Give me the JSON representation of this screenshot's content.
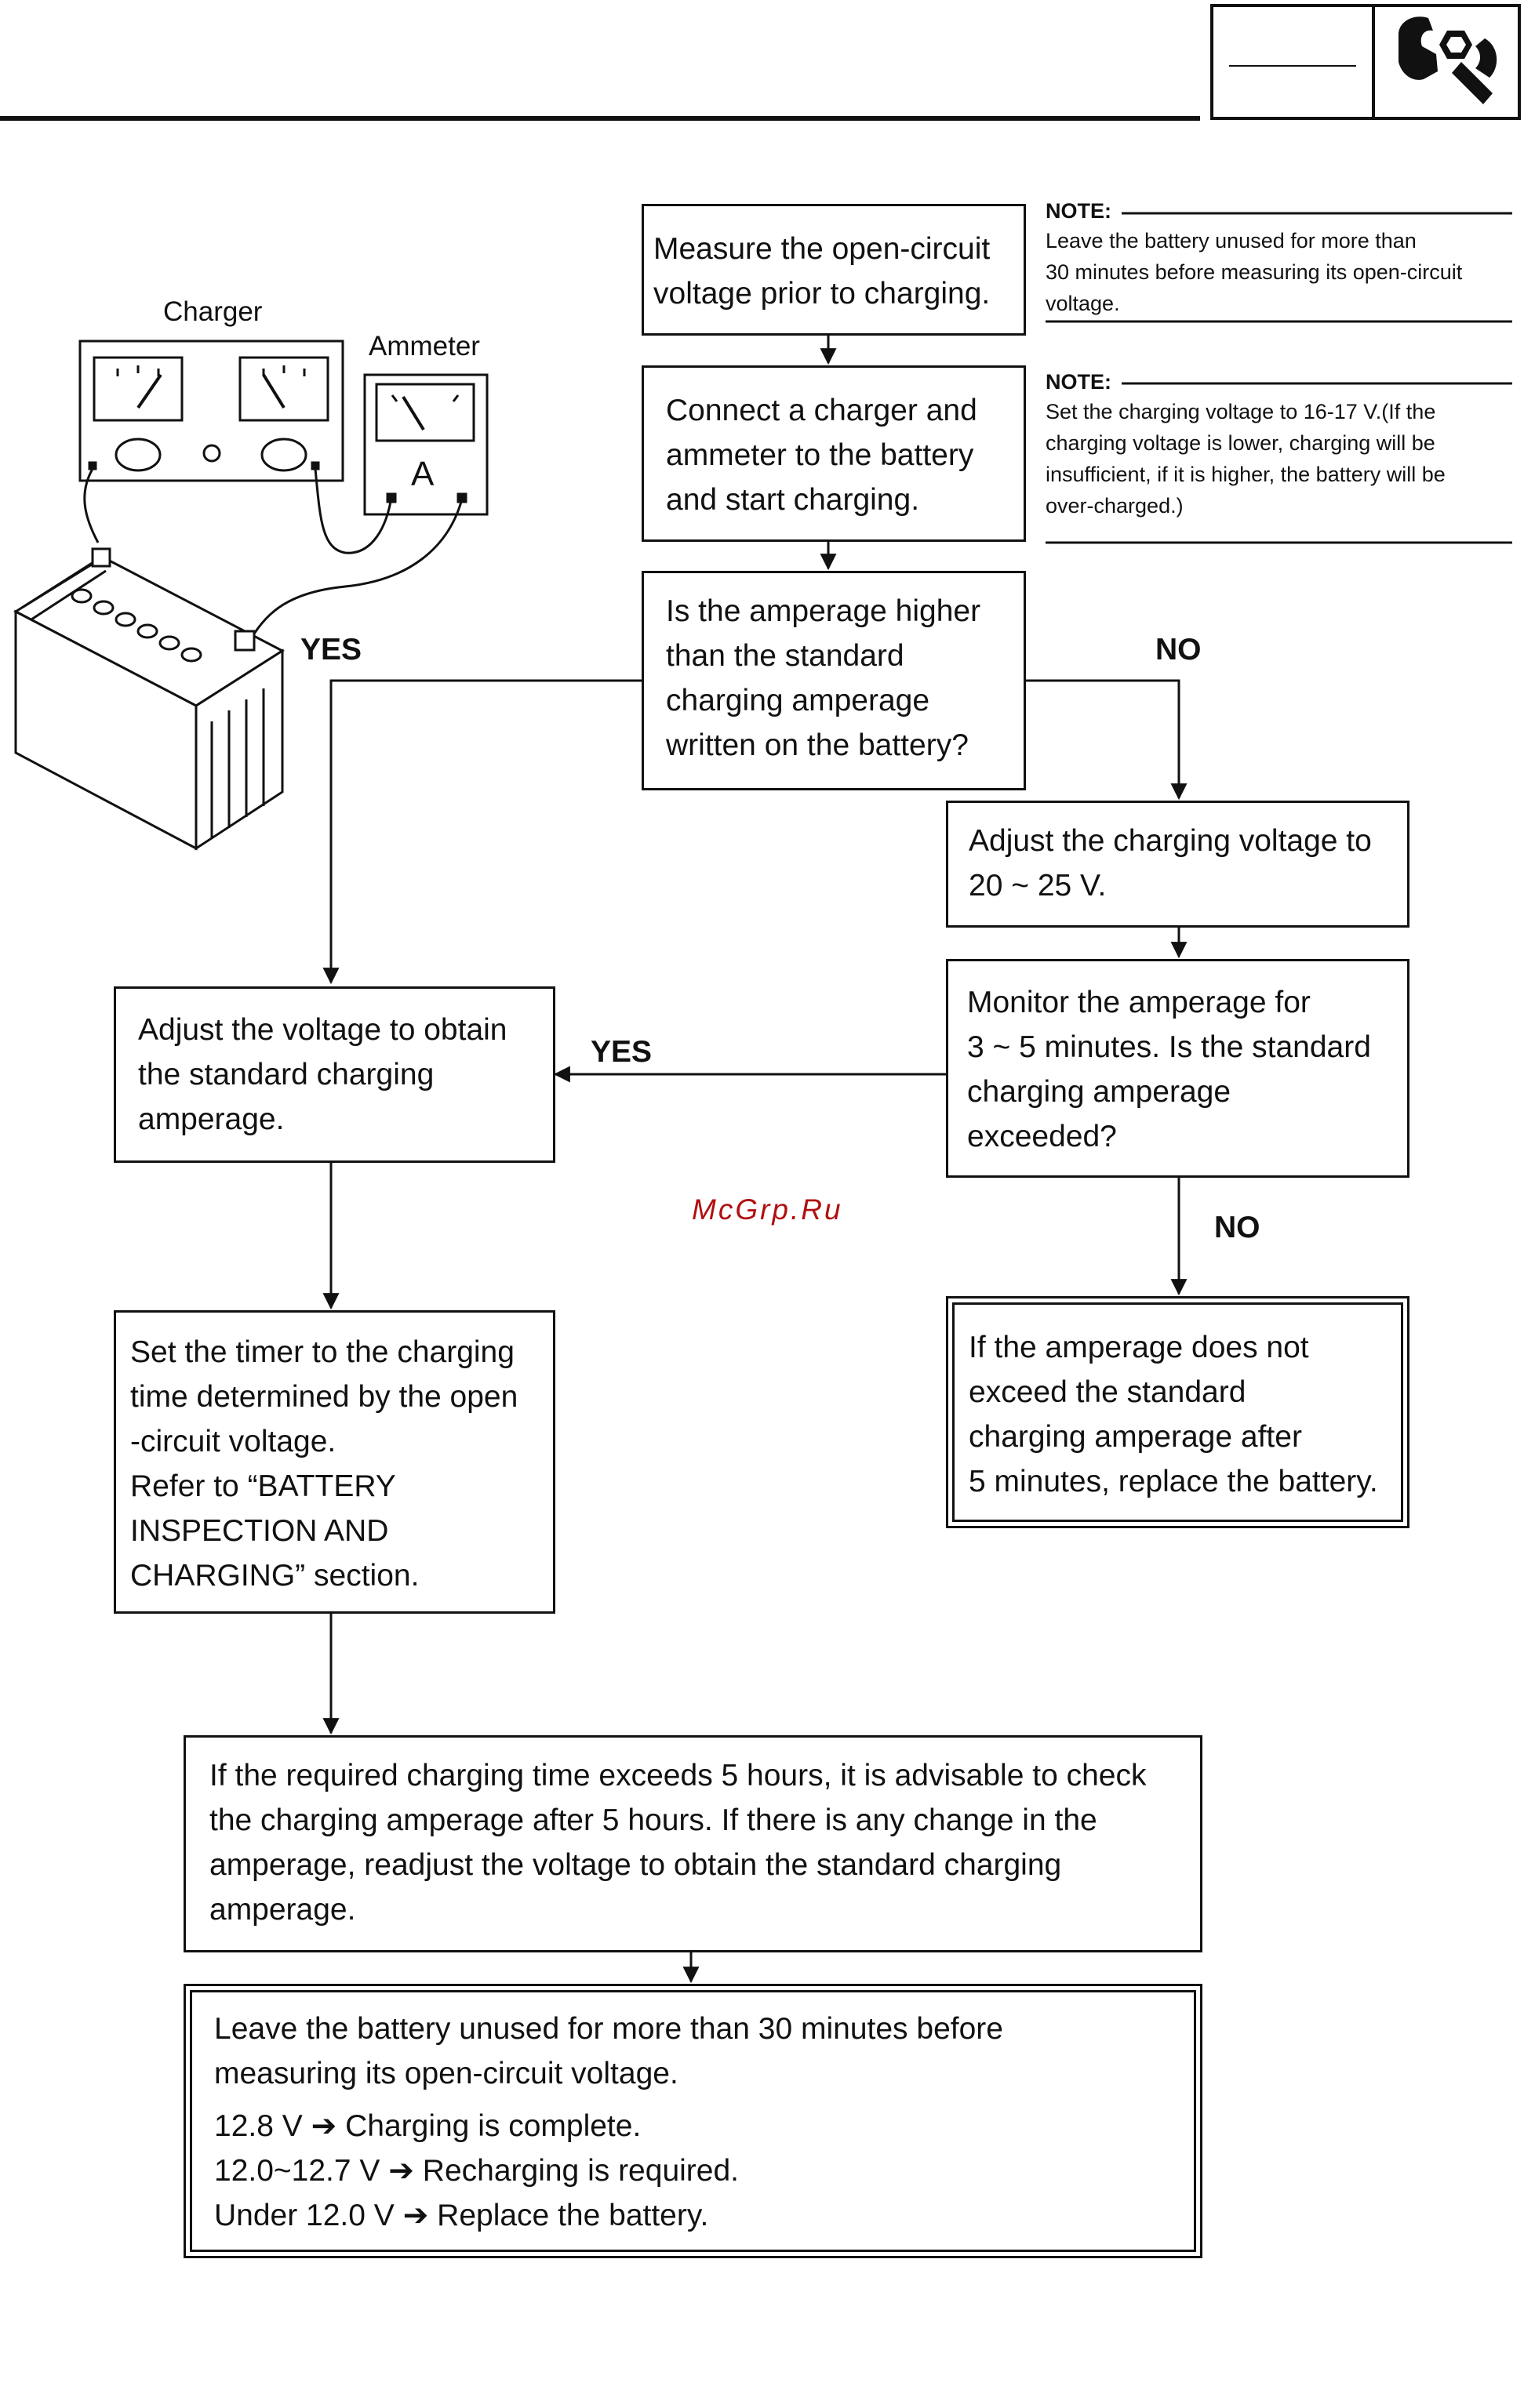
{
  "header": {
    "code_blank": "",
    "icon": "wrench-hex-icon"
  },
  "illustration": {
    "charger_label": "Charger",
    "ammeter_label": "Ammeter",
    "ammeter_symbol": "A"
  },
  "notes": [
    {
      "heading": "NOTE:",
      "text": "Leave the battery unused for more than\n30 minutes before measuring its open-circuit\nvoltage."
    },
    {
      "heading": "NOTE:",
      "text": "Set the charging voltage to 16-17 V.(If the\ncharging voltage is lower, charging will be\ninsufficient, if it is higher, the battery will be\nover-charged.)"
    }
  ],
  "steps": {
    "measure": "Measure the open-circuit\nvoltage prior to charging.",
    "connect": "Connect a charger and\nammeter to the battery\nand start charging.",
    "check_amperage": "Is the amperage higher\nthan the standard\ncharging amperage\nwritten on the battery?",
    "adjust_20_25": "Adjust the charging voltage to\n20 ~ 25 V.",
    "monitor": "Monitor the amperage for\n3 ~ 5 minutes. Is the standard\ncharging amperage\nexceeded?",
    "adjust_standard": "Adjust the voltage to obtain\nthe standard charging\namperage.",
    "replace": "If the amperage does not\nexceed the standard\ncharging amperage after\n5 minutes, replace the battery.",
    "timer": "Set the timer to the charging\ntime determined by the open\n-circuit voltage.\nRefer to “BATTERY\nINSPECTION AND\nCHARGING” section.",
    "five_hours": "If the required charging time exceeds 5 hours, it is advisable to check\nthe charging amperage after 5 hours. If there is any change in the\namperage, readjust the voltage to obtain the standard charging\namperage.",
    "final_intro": "Leave the battery unused for more than 30 minutes before\nmeasuring its open-circuit voltage.",
    "final_results": "12.8 V ➔ Charging is complete.\n12.0~12.7 V ➔ Recharging is required.\nUnder 12.0 V ➔ Replace the battery."
  },
  "branch_labels": {
    "yes_left": "YES",
    "no_right": "NO",
    "yes_middle": "YES",
    "no_bottom": "NO"
  },
  "watermark": "McGrp.Ru"
}
